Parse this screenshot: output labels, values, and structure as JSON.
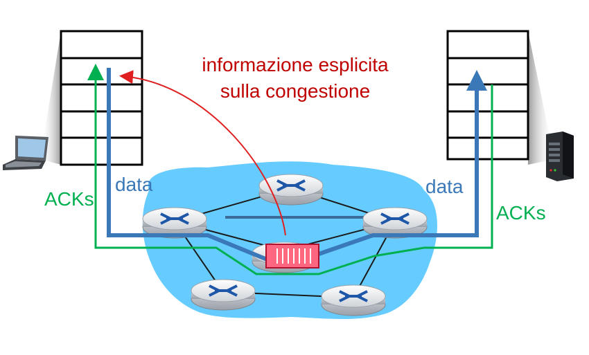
{
  "annotation": {
    "line1": "informazione esplicita",
    "line2": "sulla congestione",
    "color": "#c00000"
  },
  "labels": {
    "data_left": "data",
    "acks_left": "ACKs",
    "data_right": "data",
    "acks_right": "ACKs"
  },
  "colors": {
    "data_flow": "#3a78b8",
    "ack_flow": "#00b050",
    "network_cloud": "#66ccff",
    "congested_queue": "#ff6680"
  },
  "icons": [
    "laptop-icon",
    "server-icon",
    "router-icon",
    "queue-buffer-icon"
  ]
}
